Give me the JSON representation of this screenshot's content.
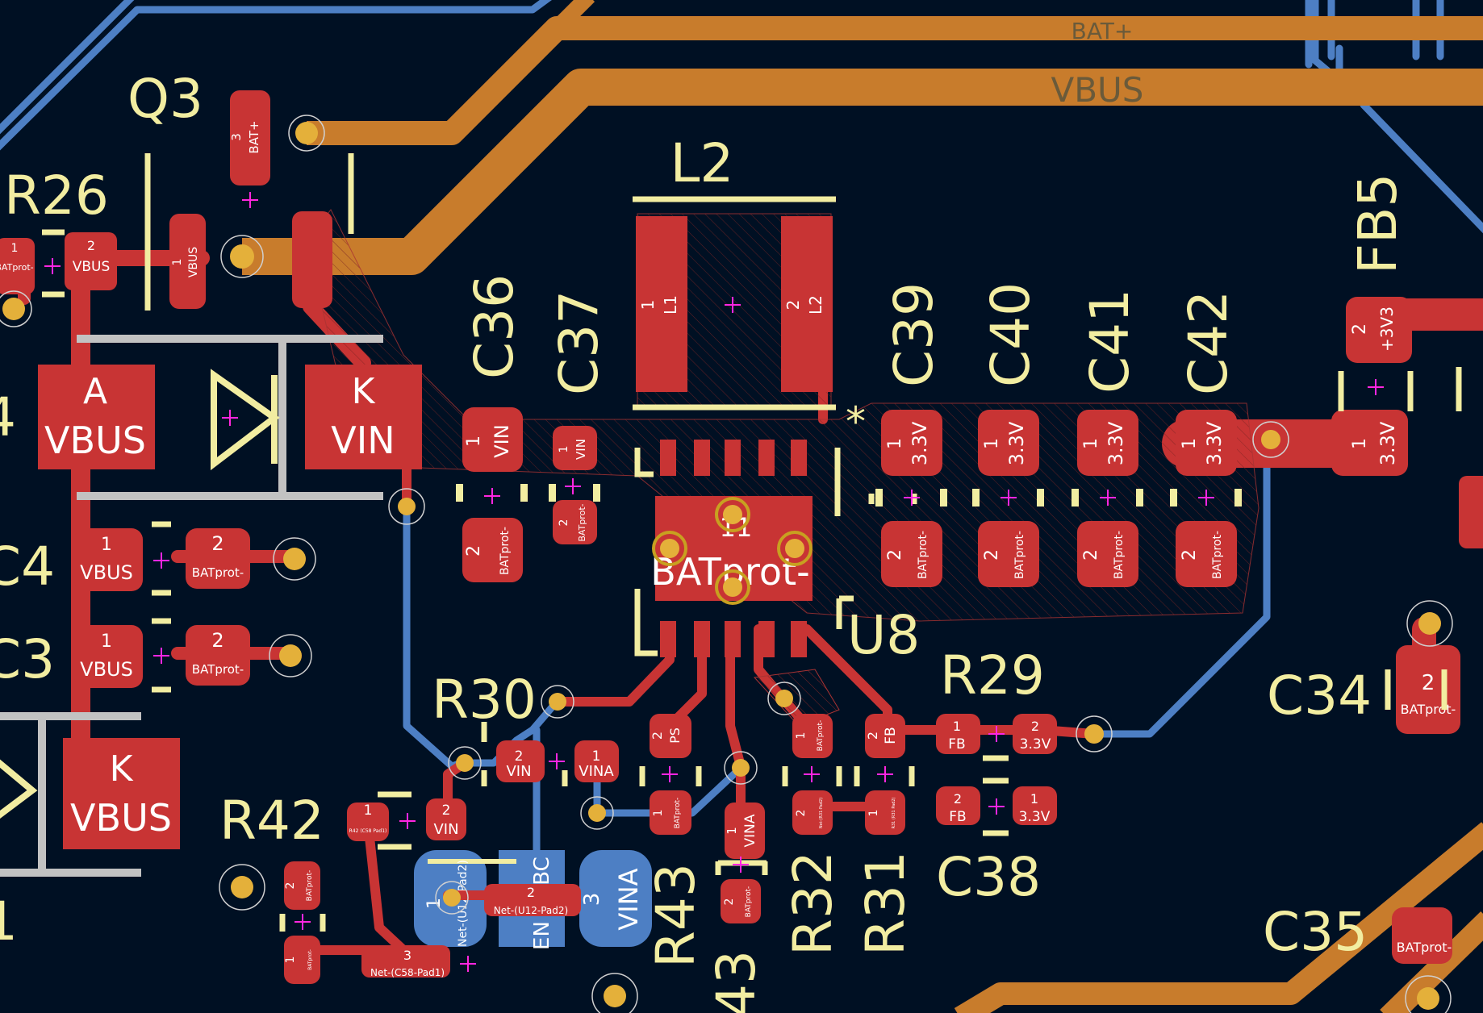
{
  "colors": {
    "background": "#001023",
    "copper_top": "#c83434",
    "copper_bottom": "#4d7fc4",
    "power_trace": "#c87c2c",
    "silkscreen": "#f2eda1",
    "via_ring": "#c8a020",
    "outline": "#c2c2c2",
    "anchor": "#ff26e2"
  },
  "nets": {
    "bat_plus": "BAT+",
    "vbus": "VBUS"
  },
  "refs": {
    "q3": "Q3",
    "r26": "R26",
    "l2": "L2",
    "c36": "C36",
    "c37": "C37",
    "c39": "C39",
    "c40": "C40",
    "c41": "C41",
    "c42": "C42",
    "fb5": "FB5",
    "c4": "C4",
    "c3": "C3",
    "u8": "U8",
    "r29": "R29",
    "r30": "R30",
    "c34": "C34",
    "r42": "R42",
    "r43": "R43",
    "r32": "R32",
    "r31": "R31",
    "c38": "C38",
    "c35": "C35",
    "r43_partial": "43",
    "l_edge": "4",
    "l_edge2": "1"
  },
  "diode_pads": {
    "top_anode_name": "A",
    "top_anode_net": "VBUS",
    "top_cathode_name": "K",
    "top_cathode_net": "VIN",
    "bottom_cathode_name": "K",
    "bottom_cathode_net": "VBUS"
  },
  "u8": {
    "center_pad": "11",
    "center_net": "BATprot-",
    "pin_marker": "*"
  },
  "pads": {
    "q3_pin3_num": "3",
    "q3_pin3_net": "BAT+",
    "q3_pin1_num": "1",
    "q3_pin1_net": "VBUS",
    "r26_p1_num": "1",
    "r26_p1_net": "BATprot-",
    "r26_p2_num": "2",
    "r26_p2_net": "VBUS",
    "l2_p1_num": "1",
    "l2_p1_net": "L1",
    "l2_p2_num": "2",
    "l2_p2_net": "L2",
    "c36_p1_num": "1",
    "c36_p1_net": "VIN",
    "c36_p2_num": "2",
    "c36_p2_net": "BATprot-",
    "c37_p1_num": "1",
    "c37_p1_net": "VIN",
    "c37_p2_num": "2",
    "c37_p2_net": "BATprot-",
    "c39_p1_num": "1",
    "c39_p1_net": "3.3V",
    "c39_p2_num": "2",
    "c39_p2_net": "BATprot-",
    "c40_p1_num": "1",
    "c40_p1_net": "3.3V",
    "c40_p2_num": "2",
    "c40_p2_net": "BATprot-",
    "c41_p1_num": "1",
    "c41_p1_net": "3.3V",
    "c41_p2_num": "2",
    "c41_p2_net": "BATprot-",
    "c42_p1_num": "1",
    "c42_p1_net": "3.3V",
    "c42_p2_num": "2",
    "c42_p2_net": "BATprot-",
    "fb5_p1_num": "1",
    "fb5_p1_net": "3.3V",
    "fb5_p2_num": "2",
    "fb5_p2_net": "+3V3",
    "c4_p1_num": "1",
    "c4_p1_net": "VBUS",
    "c4_p2_num": "2",
    "c4_p2_net": "BATprot-",
    "c3_p1_num": "1",
    "c3_p1_net": "VBUS",
    "c3_p2_num": "2",
    "c3_p2_net": "BATprot-",
    "c34_p2_num": "2",
    "c34_p2_net": "BATprot-",
    "c35_net": "BATprot-",
    "r30_p2_num": "2",
    "r30_p2_net": "VIN",
    "r30_p1_num": "1",
    "r30_p1_net": "VINA",
    "r42_p1_num": "1",
    "r42_p1_net": "R42 (C58 Pad1)",
    "r42_p2_num": "2",
    "r42_p2_net": "VIN",
    "ps_num": "2",
    "ps_net": "PS",
    "r43_p1_num": "1",
    "r43_p1_net": "BATprot-",
    "r43_vina_num": "1",
    "r43_vina_net": "VINA",
    "r43_p2_num": "2",
    "r43_p2_net": "BATprot-",
    "r32_p1_num": "1",
    "r32_p1_net": "BATprot-",
    "r32_p2_num": "2",
    "r32_p2_net": "Net-(R31-Pad2)",
    "r31_fb_num": "2",
    "r31_fb_net": "FB",
    "r31_p1_num": "1",
    "r31_p1_net": "R31 (R31 Pad2)",
    "r29_p1_num": "1",
    "r29_p1_net": "FB",
    "r29_p2_num": "2",
    "r29_p2_net": "3.3V",
    "c38_p2_num": "2",
    "c38_p2_net": "FB",
    "c38_p1_num": "1",
    "c38_p1_net": "3.3V",
    "c58_p2_num": "2",
    "c58_p2_net": "BATprot-",
    "c58_p1_num": "1",
    "c58_p1_net": "BATprot-",
    "u12_p1_num": "1",
    "u12_p1_net": "Net-(U12-Pad2)",
    "u12_p2_num": "2",
    "u12_p2_net": "Net-(U12-Pad2)",
    "u12_p2_bc": "BC",
    "u12_p2_en": "EN",
    "u12_p3_num": "3",
    "u12_p3_net": "VINA",
    "u12_p3b_num": "3",
    "u12_p3b_net": "Net-(C58-Pad1)"
  }
}
